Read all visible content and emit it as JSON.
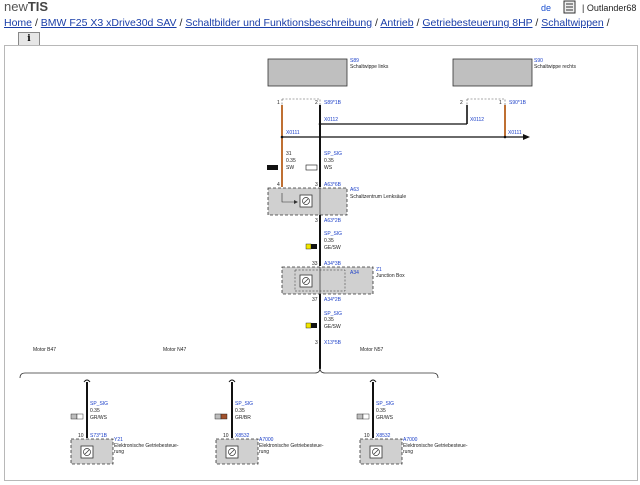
{
  "app": {
    "name_prefix": "new",
    "name_suffix": "TIS",
    "lang": "de",
    "user": "| Outlander68"
  },
  "breadcrumb": {
    "items": [
      "Home",
      "BMW F25 X3 xDrive30d SAV",
      "Schaltbilder und Funktionsbeschreibung",
      "Antrieb",
      "Getriebesteuerung 8HP",
      "Schaltwippen"
    ],
    "sep": "/"
  },
  "info_button": "i",
  "diagram": {
    "components": {
      "s89": {
        "id": "S89",
        "desc": "Schaltwippe links"
      },
      "s90": {
        "id": "S90",
        "desc": "Schaltwippe rechts"
      },
      "a63": {
        "id": "A63",
        "desc": "Schaltzentrum Lenksäule"
      },
      "z1": {
        "id": "Z1",
        "desc": "Junction Box",
        "tag": "A34"
      },
      "y21": {
        "id": "Y21",
        "desc1": "Elektronische Getriebesteue-",
        "desc2": "rung"
      },
      "a7000a": {
        "id": "A7000",
        "desc1": "Elektronische Getriebesteue-",
        "desc2": "rung"
      },
      "a7000b": {
        "id": "A7000",
        "desc1": "Elektronische Getriebesteue-",
        "desc2": "rung"
      }
    },
    "connectors": {
      "s89_1b": "S89*1B",
      "s90_1b": "S90*1B",
      "x0112_a": "X0112",
      "x0112_b": "X0112",
      "x0111_a": "X0111",
      "x0111_b": "X0111",
      "a63_6b": "A63*6B",
      "a63_2b": "A63*2B",
      "a34_3b": "A34*3B",
      "a34_2b": "A34*2B",
      "x13_5b": "X13*5B",
      "s73_1b": "S73*1B",
      "x8532_a": "X8532",
      "x8532_b": "X8532"
    },
    "pins": {
      "s89_1": "1",
      "s89_2": "2",
      "s90_2": "2",
      "s90_1": "1",
      "a63_4": "4",
      "a63_3a": "3",
      "a63_3b": "3",
      "z1_33": "33",
      "z1_37": "37",
      "x13_3": "3",
      "y21_10": "10",
      "a7a_10": "10",
      "a7b_10": "10"
    },
    "wires": {
      "w31": {
        "sig": "31",
        "size": "0.35",
        "color": "SW"
      },
      "wsp1": {
        "sig": "SP_SIG",
        "size": "0.35",
        "color": "WS"
      },
      "wsp2": {
        "sig": "SP_SIG",
        "size": "0.35",
        "color": "GE/SW"
      },
      "wsp3": {
        "sig": "SP_SIG",
        "size": "0.35",
        "color": "GE/SW"
      },
      "wb1": {
        "sig": "SP_SIG",
        "size": "0.35",
        "color": "GR/WS"
      },
      "wb2": {
        "sig": "SP_SIG",
        "size": "0.35",
        "color": "GR/BR"
      },
      "wb3": {
        "sig": "SP_SIG",
        "size": "0.35",
        "color": "GR/WS"
      }
    },
    "branches": {
      "b47": "Motor B47",
      "n47": "Motor N47",
      "n57": "Motor N57"
    }
  }
}
